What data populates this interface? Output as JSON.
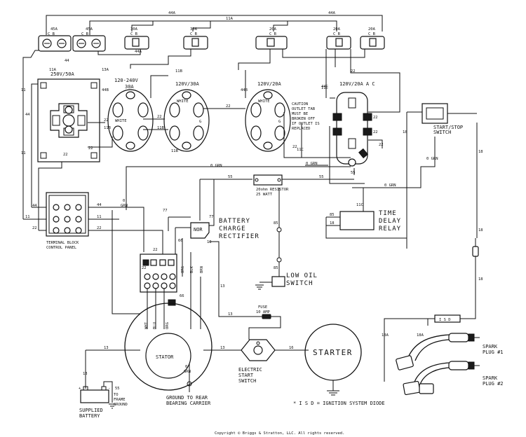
{
  "breakers": {
    "cb45a_1": {
      "rating": "45A",
      "poles": "C  B"
    },
    "cb45a_2": {
      "rating": "45A",
      "poles": "C  B"
    },
    "cb30a_1": {
      "rating": "30A",
      "poles": "C B"
    },
    "cb30a_2": {
      "rating": "30A",
      "poles": "C B"
    },
    "cb20a_1": {
      "rating": "20A",
      "poles": "C B"
    },
    "cb20a_2": {
      "rating": "20A",
      "poles": "C B"
    },
    "cb20a_3": {
      "rating": "20A",
      "poles": "C B"
    }
  },
  "outlets": {
    "o250": "250V/50A",
    "o120_240": "120-240V",
    "o120_240_amp": "30A",
    "o120_30": "120V/30A",
    "o120_20": "120V/20A",
    "o120_20ac": "120V/20A  A  C",
    "white": "WHITE",
    "white2": "WHITE",
    "g": "G"
  },
  "caution": [
    "CAUTION",
    "OUTLET TAB",
    "MUST BE",
    "BROKEN OFF",
    "IF OUTLET IS",
    "REPLACED"
  ],
  "components": {
    "terminal_block": [
      "TERMINAL BLOCK",
      "CONTROL PANEL"
    ],
    "resistor": [
      "20ohm RESISTOR",
      "25 WATT"
    ],
    "rectifier": [
      "BATTERY",
      "CHARGE",
      "RECTIFIER"
    ],
    "rectifier_tag": "NOR",
    "time_delay": [
      "TIME",
      "DELAY",
      "RELAY"
    ],
    "start_stop": [
      "START/STOP",
      "SWITCH"
    ],
    "low_oil": [
      "LOW OIL",
      "SWITCH"
    ],
    "fuse": [
      "FUSE",
      "10 AMP"
    ],
    "stator": "STATOR",
    "starter": "STARTER",
    "start_switch": [
      "ELECTRIC",
      "START",
      "SWITCH"
    ],
    "battery": [
      "SUPPLIED",
      "BATTERY"
    ],
    "frame_ground": [
      "TO",
      "FRAME",
      "GROUND"
    ],
    "rear_ground": [
      "GROUND TO REAR",
      "BEARING CARRIER"
    ],
    "spark1": [
      "SPARK",
      "PLUG #1"
    ],
    "spark2": [
      "SPARK",
      "PLUG #2"
    ],
    "isd": "I S D",
    "isd_note": "* I S D = IGNITION SYSTEM DIODE"
  },
  "wires": {
    "w44a": "44A",
    "w11a": "11A",
    "w13a": "13A",
    "w44": "44",
    "w11": "11",
    "w44b": "44B",
    "w11b": "11B",
    "w22": "22",
    "w11c": "11C",
    "w44c": "44C",
    "ogrn": "0 GRN",
    "w55": "55",
    "w77": "77",
    "w13": "13",
    "w85": "85",
    "w18": "18",
    "w18a": "18A",
    "w16": "16",
    "w66": "66",
    "w0": "0",
    "wht": "WHT",
    "blu": "BLU",
    "org": "ORG",
    "blk": "BLK",
    "brn": "BRN",
    "grn": "GRN",
    "pos": "+",
    "neg": "-"
  },
  "footer": {
    "copyright": "Copyright © Briggs & Stratton, LLC. All rights reserved."
  }
}
